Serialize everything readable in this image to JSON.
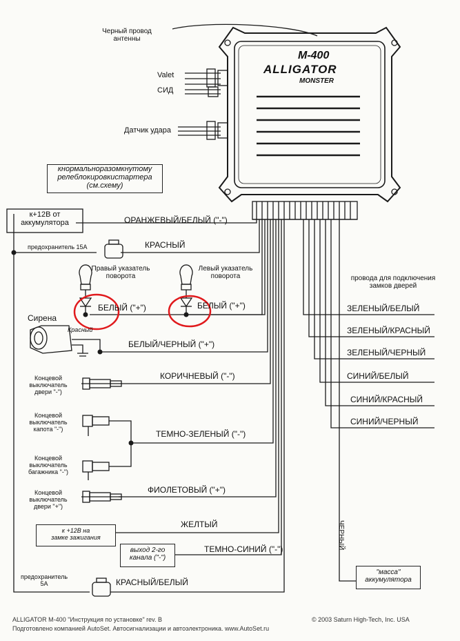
{
  "unit": {
    "antenna_label": [
      "Черный провод",
      "антенны"
    ],
    "valet": "Valet",
    "sid": "СИД",
    "shock_sensor": "Датчик удара",
    "logo_model": "M-400",
    "logo_brand": "ALLIGATOR",
    "logo_sub": "MONSTER"
  },
  "starter_note": [
    "кнормальноразомкнутому",
    "релеблокировкистартера",
    "(см.схему)"
  ],
  "battery_note": [
    "к+12В от",
    "аккумулятора"
  ],
  "fuse15": "предохранитель 15А",
  "fuse5": [
    "предохранитель",
    "5А"
  ],
  "siren": "Сирена",
  "siren_wire": "Красный",
  "right_turn": [
    "Правый указатель",
    "поворота"
  ],
  "left_turn": [
    "Левый указатель",
    "поворота"
  ],
  "door_locks_note": [
    "провода для подключения",
    "замков дверей"
  ],
  "switches": {
    "door_minus": [
      "Концевой",
      "выключатель",
      "двери \"-\")"
    ],
    "hood": [
      "Концевой",
      "выключатель",
      "капота \"-\")"
    ],
    "trunk": [
      "Концевой",
      "выключатель",
      "багажника \"-\")"
    ],
    "door_plus": [
      "Концевой",
      "выключатель",
      "двери \"+\")"
    ]
  },
  "ignition_note": [
    "к +12В на",
    "замке  зажигания"
  ],
  "channel2_note": [
    "выход  2-го",
    "канала  (\"-\")"
  ],
  "ground_note": [
    "\"масса\"",
    "аккумулятора"
  ],
  "black_vertical": "ЧЕРНЫЙ",
  "wires": {
    "orange_white": "ОРАНЖЕВЫЙ/БЕЛЫЙ (\"-\")",
    "red": "КРАСНЫЙ",
    "white_right": "БЕЛЫЙ (\"+\")",
    "white_left": "БЕЛЫЙ (\"+\")",
    "white_black": "БЕЛЫЙ/ЧЕРНЫЙ (\"+\")",
    "brown": "КОРИЧНЕВЫЙ  (\"-\")",
    "dark_green": "ТЕМНО-ЗЕЛЕНЫЙ  (\"-\")",
    "violet": "ФИОЛЕТОВЫЙ (\"+\")",
    "yellow": "ЖЕЛТЫЙ",
    "dark_blue": "ТЕМНО-СИНИЙ  (\"-\")",
    "red_white": "КРАСНЫЙ/БЕЛЫЙ",
    "green_white": "ЗЕЛЕНЫЙ/БЕЛЫЙ",
    "green_red": "ЗЕЛЕНЫЙ/КРАСНЫЙ",
    "green_black": "ЗЕЛЕНЫЙ/ЧЕРНЫЙ",
    "blue_white": "СИНИЙ/БЕЛЫЙ",
    "blue_red": "СИНИЙ/КРАСНЫЙ",
    "blue_black": "СИНИЙ/ЧЕРНЫЙ"
  },
  "footer": {
    "left1": "ALLIGATOR  M-400  \"Инструкция  по  установке\"   rev.  B",
    "right1": "© 2003 Saturn High-Tech, Inc. USA",
    "left2": "Подготовлено компанией AutoSet. Автосигнализации и автоэлектроника. www.AutoSet.ru"
  },
  "colors": {
    "line": "#1a1a1a",
    "highlight": "#e0191c",
    "background": "#fbfbf8"
  }
}
